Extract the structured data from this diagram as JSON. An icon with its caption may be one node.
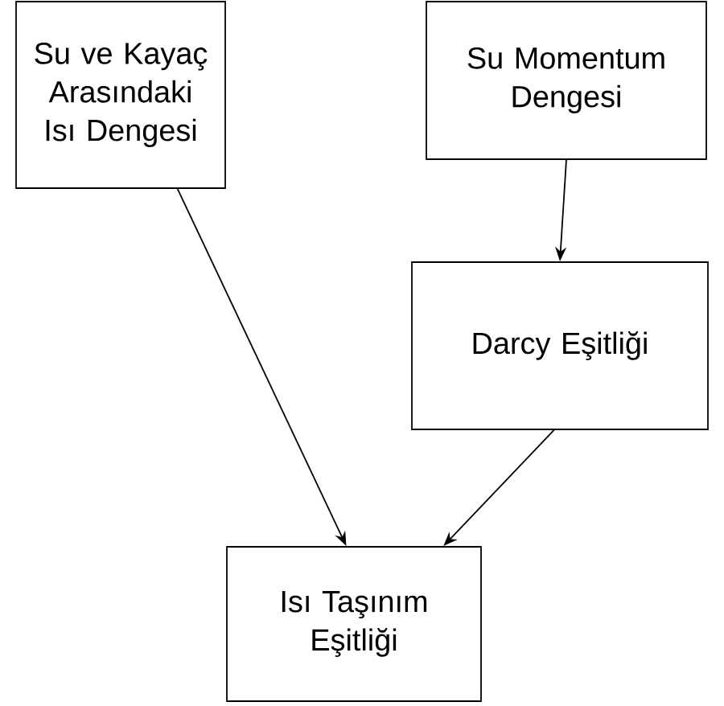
{
  "diagram": {
    "nodes": [
      {
        "text": [
          "Su ve Kayaç Arasındaki Isı Dengesi"
        ]
      },
      {
        "text": [
          "Su Momentum Dengesi"
        ]
      },
      {
        "text": [
          "Darcy Eşitliği"
        ]
      },
      {
        "text": [
          "Isı Taşınım Eşitliği"
        ]
      }
    ],
    "edges": [
      {
        "from": 0,
        "to": 3,
        "arrow": "to"
      },
      {
        "from": 1,
        "to": 2,
        "arrow": "to"
      },
      {
        "from": 2,
        "to": 3,
        "arrow": "to"
      }
    ]
  }
}
